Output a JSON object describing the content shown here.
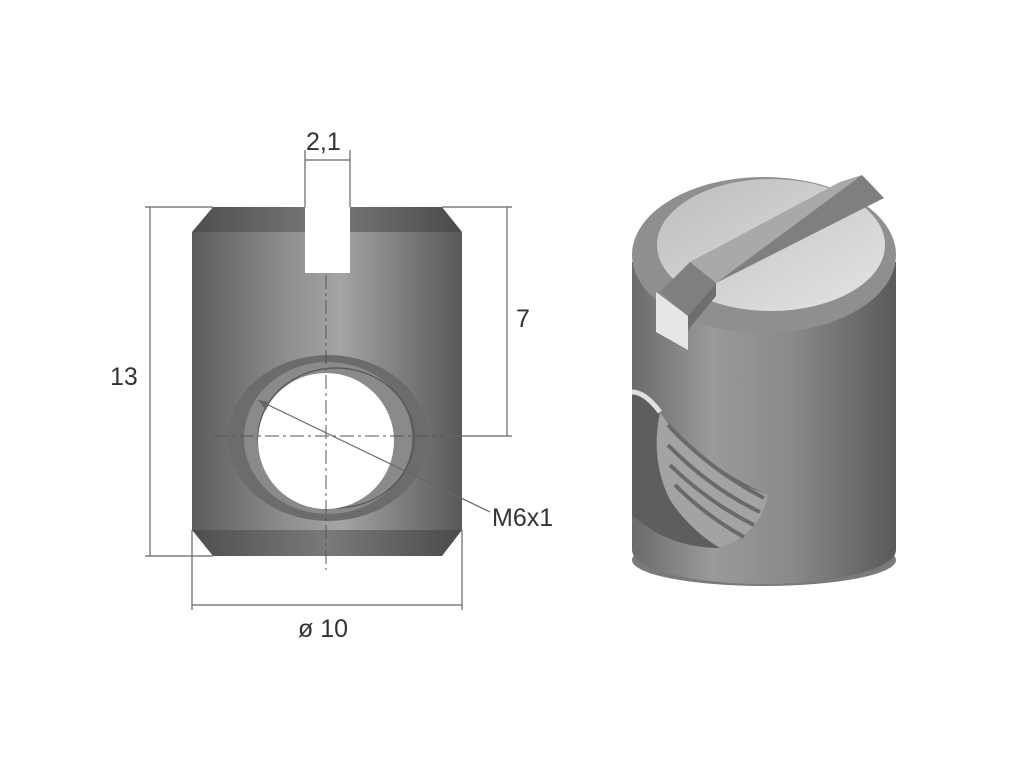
{
  "drawing": {
    "dimensions": {
      "slot_width": "2,1",
      "height": "13",
      "hole_offset": "7",
      "thread": "M6x1",
      "diameter": "ø 10"
    },
    "colors": {
      "metal_dark": "#5f5f5f",
      "metal_mid": "#8c8c8c",
      "metal_light": "#d2d2d2",
      "line": "#666666"
    }
  }
}
